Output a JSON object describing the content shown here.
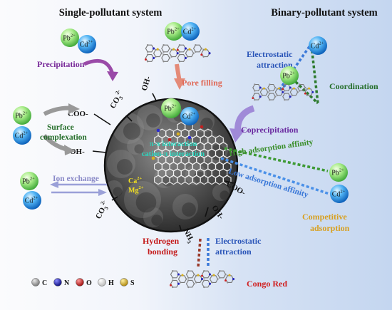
{
  "titles": {
    "single": "Single-pollutant system",
    "binary": "Binary-pollutant system"
  },
  "ions": {
    "pb": "Pb",
    "cd": "Cd",
    "charge": "2+",
    "ca": "Ca",
    "mg": "Mg"
  },
  "mechanisms": {
    "precipitation": "Precipitation",
    "pore_filling": "Pore filling",
    "surface_complexation_1": "Surface",
    "surface_complexation_2": "complexation",
    "ion_exchange": "Ion exchange",
    "electrostatic_attraction_1": "Electrostatic",
    "electrostatic_attraction_2": "attraction",
    "coordination": "Coordination",
    "coprecipitation": "Coprecipitation",
    "high_affinity": "High adsorption affinity",
    "low_affinity": "Low adsorption affinity",
    "competitive_1": "Competitive",
    "competitive_2": "adsorption",
    "hydrogen_1": "Hydrogen",
    "hydrogen_2": "bonding",
    "pi_pi": "π-π interaction",
    "cation_pi": "cation-π interaction",
    "congo_red": "Congo Red"
  },
  "groups": {
    "oh": "OH-",
    "co3_top_main": "CO",
    "co3_top_sub": "3",
    "co3_top_sup": "2-",
    "coo_left": "COO-",
    "oh_left": "OH-",
    "co3_bottom_main": "CO",
    "co3_bottom_sub": "3",
    "co3_bottom_sup": "2-",
    "nh3_main": "NH",
    "nh3_sub": "3",
    "oh_bottom": "OH-",
    "coo_right": "COO-"
  },
  "legend": [
    {
      "symbol": "C",
      "color": "#9a9a9a"
    },
    {
      "symbol": "N",
      "color": "#2a2aa8"
    },
    {
      "symbol": "O",
      "color": "#d02020"
    },
    {
      "symbol": "H",
      "color": "#f2f2f2"
    },
    {
      "symbol": "S",
      "color": "#d8b020"
    }
  ],
  "colors": {
    "pb_ball": "#7ed868",
    "cd_ball": "#2f9ee8",
    "electrostatic_line": "#3a78d8",
    "coordination_line": "#2d7a2d",
    "high_affinity_line": "#3e9a34",
    "low_affinity_line": "#4a90e8",
    "hydrogen_line": "#9a3a2a",
    "precip_arrow": "#9a4aa8",
    "pore_arrow": "#e08a7a",
    "surface_arrow": "#8a8a8a",
    "ion_exchange_arrow": "#8888cc",
    "coprecip_arrow": "#9a7ad0"
  }
}
